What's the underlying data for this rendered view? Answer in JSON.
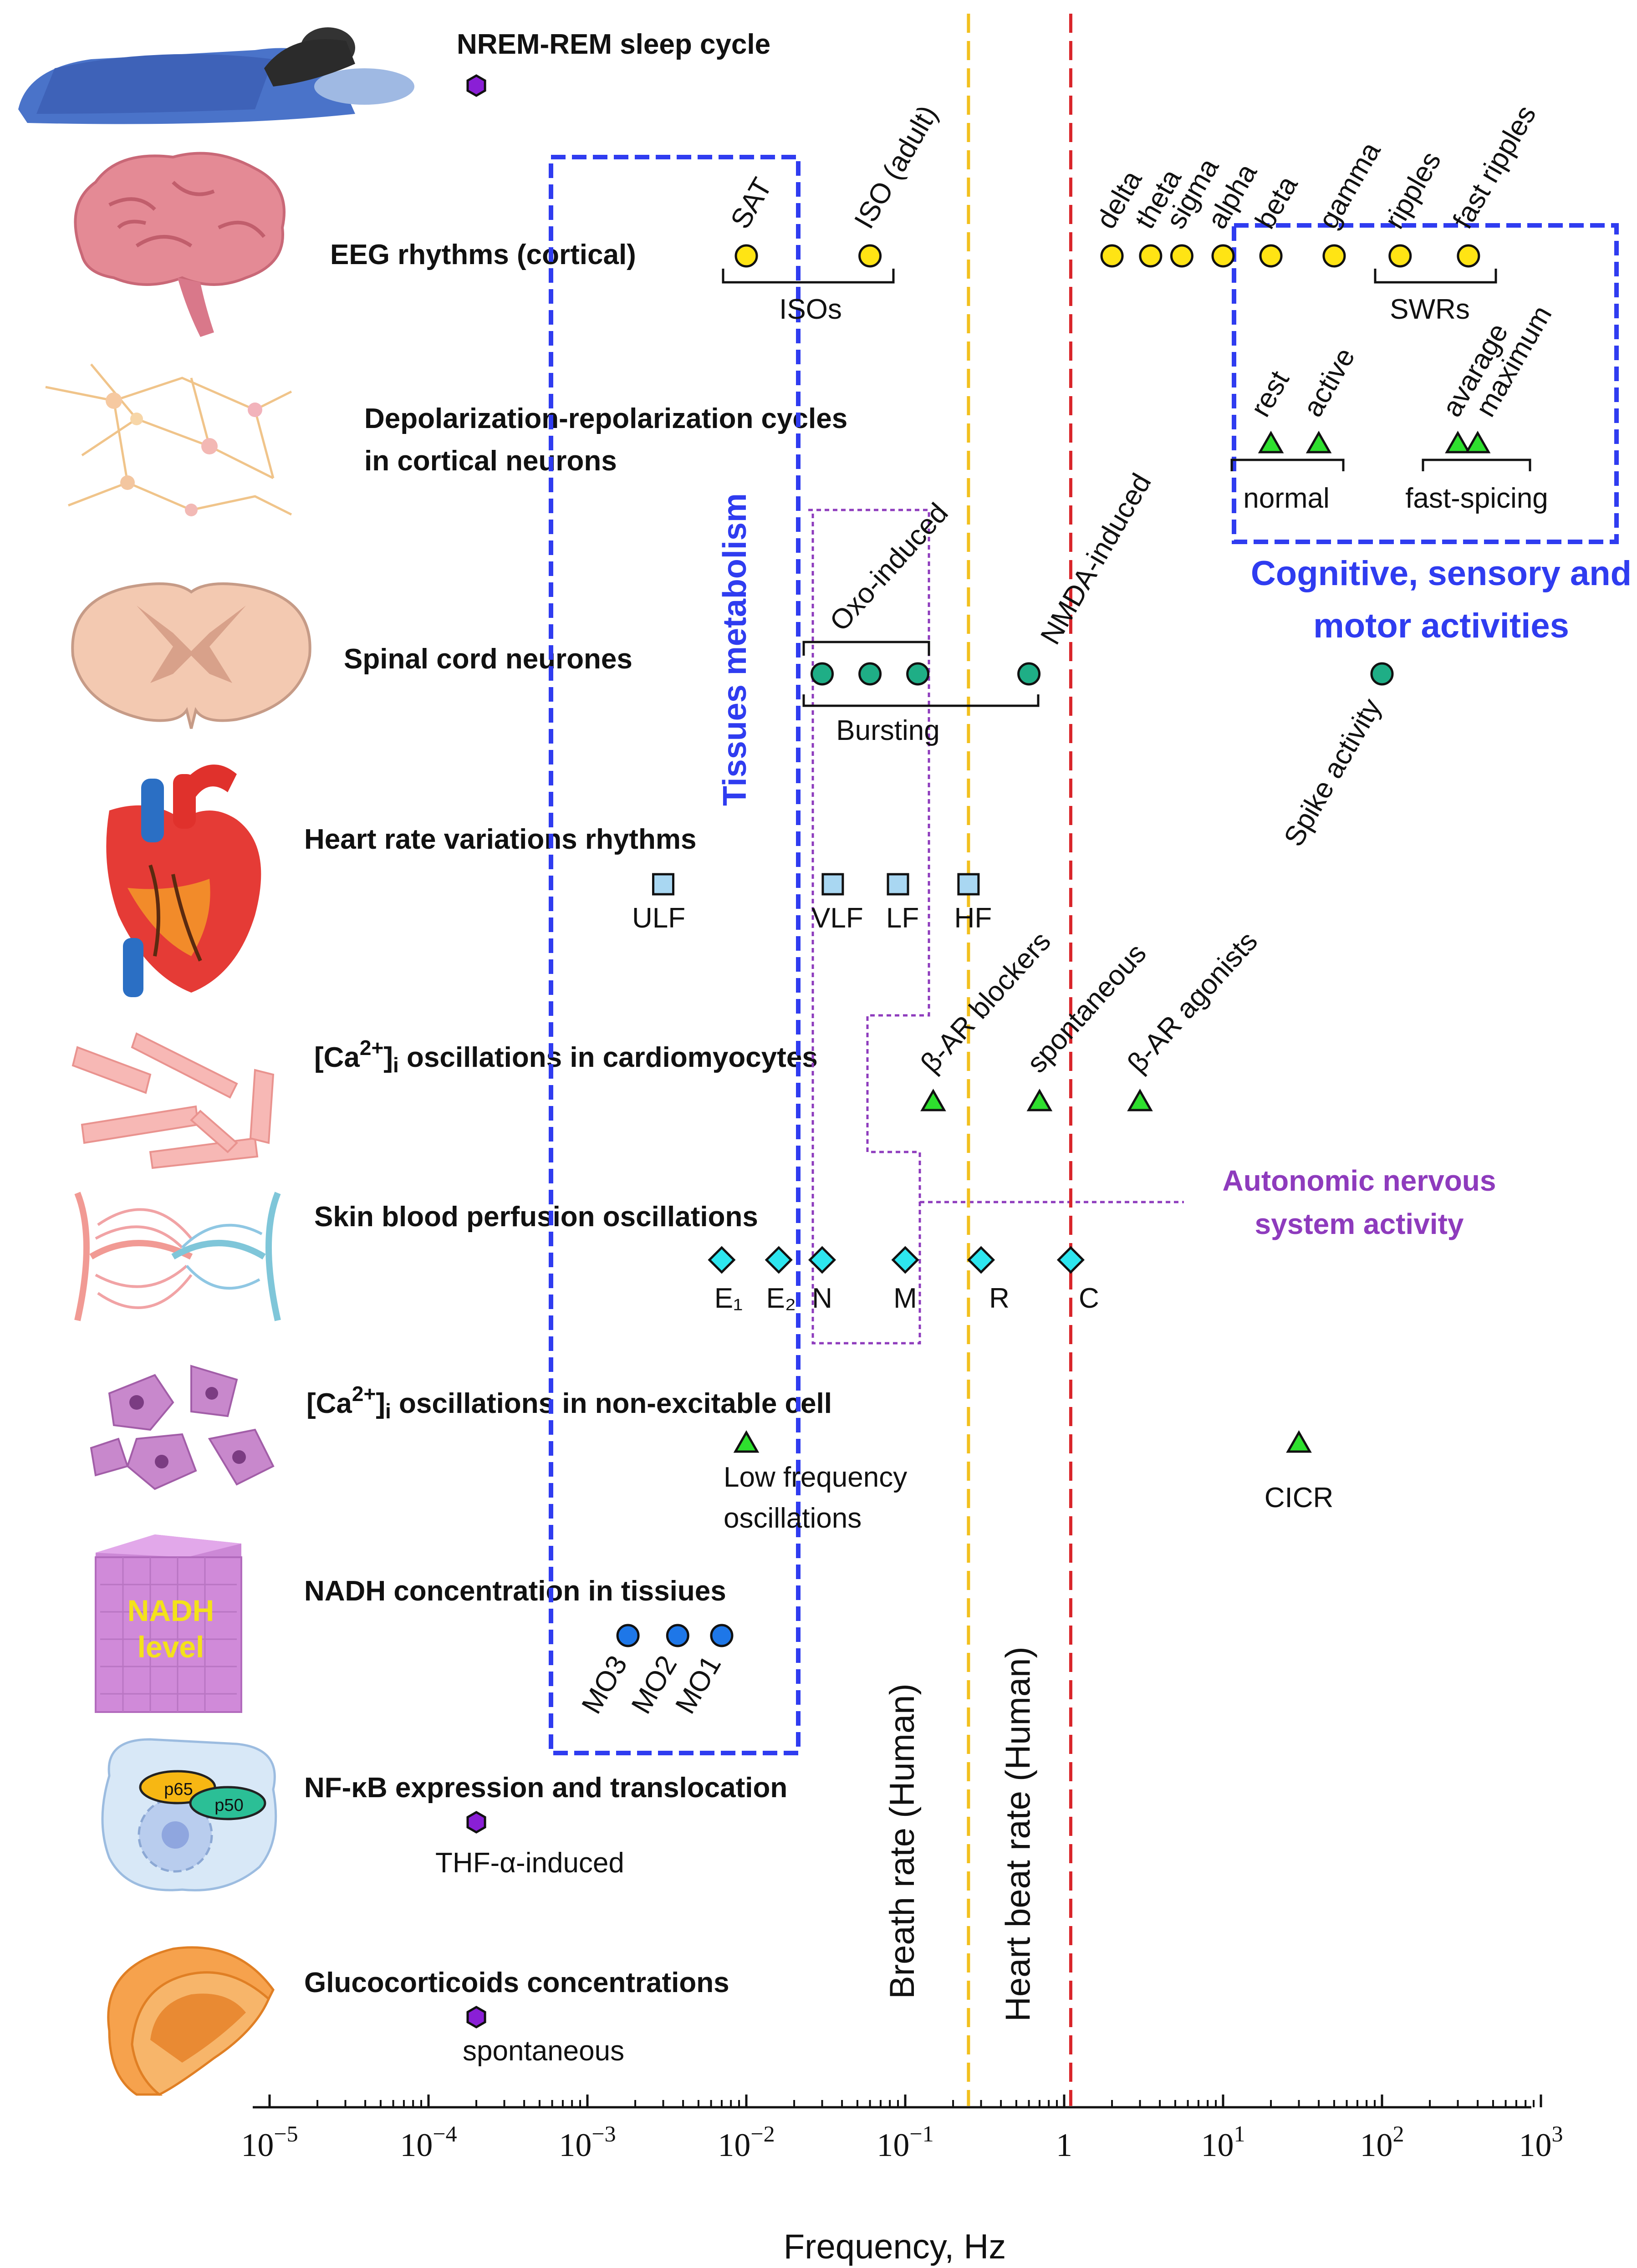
{
  "axis": {
    "xlabel": "Frequency, Hz",
    "scale": "log",
    "xlim_exp": [
      -5,
      3
    ],
    "ticks": [
      {
        "exp": -5,
        "label": "10",
        "sup": "−5"
      },
      {
        "exp": -4,
        "label": "10",
        "sup": "−4"
      },
      {
        "exp": -3,
        "label": "10",
        "sup": "−3"
      },
      {
        "exp": -2,
        "label": "10",
        "sup": "−2"
      },
      {
        "exp": -1,
        "label": "10",
        "sup": "−1"
      },
      {
        "exp": 0,
        "label": "1",
        "sup": ""
      },
      {
        "exp": 1,
        "label": "10",
        "sup": "1"
      },
      {
        "exp": 2,
        "label": "10",
        "sup": "2"
      },
      {
        "exp": 3,
        "label": "10",
        "sup": "3"
      }
    ]
  },
  "reference_lines": [
    {
      "name": "breath-rate-line",
      "label": "Breath rate (Human)",
      "freq": 0.25,
      "color": "#f2c01e"
    },
    {
      "name": "heart-beat-line",
      "label": "Heart beat rate (Human)",
      "freq": 1.1,
      "color": "#d9252a"
    }
  ],
  "rows": [
    {
      "id": "sleep",
      "label": "NREM-REM sleep cycle",
      "illustration": "sleeping-person-icon"
    },
    {
      "id": "eeg",
      "label": "EEG rhythms (cortical)",
      "illustration": "brain-icon"
    },
    {
      "id": "depol",
      "label": "Depolarization-repolarization cycles",
      "label2": "in cortical neurons",
      "illustration": "neuron-network-icon"
    },
    {
      "id": "spinal",
      "label": "Spinal cord neurones",
      "illustration": "spinal-cord-icon"
    },
    {
      "id": "heart",
      "label": "Heart rate variations rhythms",
      "illustration": "heart-icon"
    },
    {
      "id": "cardio",
      "label_pre": "[Ca",
      "label_sup": "2+",
      "label_sub": "i",
      "label_post": " oscillations in cardiomyocytes",
      "illustration": "cardiomyocytes-icon"
    },
    {
      "id": "skin",
      "label": "Skin blood perfusion oscillations",
      "illustration": "blood-vessels-icon"
    },
    {
      "id": "nonexc",
      "label_pre": "[Ca",
      "label_sup": "2+",
      "label_sub": "i",
      "label_post": " oscillations in non-excitable cell",
      "illustration": "cells-icon"
    },
    {
      "id": "nadh",
      "label": "NADH concentration in tissiues",
      "illustration": "tissue-cube-icon",
      "cube_text1": "NADH",
      "cube_text2": "level"
    },
    {
      "id": "nfkb",
      "label": "NF-κB expression and translocation",
      "illustration": "cell-nucleus-icon",
      "p65": "p65",
      "p50": "p50"
    },
    {
      "id": "gluco",
      "label": "Glucocorticoids concentrations",
      "illustration": "adrenal-gland-icon"
    }
  ],
  "chart_data": {
    "type": "scatter",
    "x_scale": "log",
    "xlabel": "Frequency, Hz",
    "xlim": [
      1e-05,
      1000
    ],
    "series": [
      {
        "name": "NREM-REM sleep cycle",
        "marker": "hexagon",
        "color": "#8a1fd6",
        "points": [
          {
            "x": 0.0002,
            "label": ""
          }
        ]
      },
      {
        "name": "EEG rhythms (cortical)",
        "marker": "circle",
        "color": "#ffe414",
        "points": [
          {
            "x": 0.01,
            "label": "SAT"
          },
          {
            "x": 0.06,
            "label": "ISO (adult)"
          },
          {
            "x": 2,
            "label": "delta"
          },
          {
            "x": 3.5,
            "label": "theta"
          },
          {
            "x": 5.5,
            "label": "sigma"
          },
          {
            "x": 10,
            "label": "alpha"
          },
          {
            "x": 20,
            "label": "beta"
          },
          {
            "x": 50,
            "label": "gamma"
          },
          {
            "x": 130,
            "label": "ripples"
          },
          {
            "x": 350,
            "label": "fast ripples"
          }
        ]
      },
      {
        "name": "Depolarization-repolarization cycles in cortical neurons",
        "marker": "triangle",
        "color": "#2ee02e",
        "points": [
          {
            "x": 20,
            "label": "rest"
          },
          {
            "x": 40,
            "label": "active"
          },
          {
            "x": 300,
            "label": "avarage"
          },
          {
            "x": 400,
            "label": "maximum"
          }
        ]
      },
      {
        "name": "Spinal cord neurones",
        "marker": "circle",
        "color": "#1fae86",
        "points": [
          {
            "x": 0.03,
            "label": ""
          },
          {
            "x": 0.06,
            "label": ""
          },
          {
            "x": 0.12,
            "label": ""
          },
          {
            "x": 0.6,
            "label": "NMDA-induced"
          },
          {
            "x": 100,
            "label": "Spike activity"
          }
        ]
      },
      {
        "name": "Heart rate variations rhythms",
        "marker": "square",
        "color": "#a9d7f2",
        "points": [
          {
            "x": 0.003,
            "label": "ULF"
          },
          {
            "x": 0.035,
            "label": "VLF"
          },
          {
            "x": 0.09,
            "label": "LF"
          },
          {
            "x": 0.25,
            "label": "HF"
          }
        ]
      },
      {
        "name": "[Ca2+]i oscillations in cardiomyocytes",
        "marker": "triangle",
        "color": "#2ee02e",
        "points": [
          {
            "x": 0.15,
            "label": "β-AR blockers"
          },
          {
            "x": 0.7,
            "label": "spontaneous"
          },
          {
            "x": 3,
            "label": "β-AR agonists"
          }
        ]
      },
      {
        "name": "Skin blood perfusion oscillations",
        "marker": "diamond",
        "color": "#2de6ef",
        "points": [
          {
            "x": 0.007,
            "label": "E₁"
          },
          {
            "x": 0.016,
            "label": "E₂"
          },
          {
            "x": 0.03,
            "label": "N"
          },
          {
            "x": 0.1,
            "label": "M"
          },
          {
            "x": 0.3,
            "label": "R"
          },
          {
            "x": 1.1,
            "label": "C"
          }
        ]
      },
      {
        "name": "[Ca2+]i oscillations in non-excitable cell",
        "marker": "triangle",
        "color": "#2ee02e",
        "points": [
          {
            "x": 0.01,
            "label": "Low frequency oscillations"
          },
          {
            "x": 30,
            "label": "CICR"
          }
        ]
      },
      {
        "name": "NADH concentration in tissiues",
        "marker": "circle",
        "color": "#1e77e8",
        "points": [
          {
            "x": 0.0018,
            "label": "MO3"
          },
          {
            "x": 0.0037,
            "label": "MO2"
          },
          {
            "x": 0.007,
            "label": "MO1"
          }
        ]
      },
      {
        "name": "NF-κB expression and translocation",
        "marker": "hexagon",
        "color": "#8a1fd6",
        "points": [
          {
            "x": 0.0002,
            "label": "THF-α-induced"
          }
        ]
      },
      {
        "name": "Glucocorticoids concentrations",
        "marker": "hexagon",
        "color": "#8a1fd6",
        "points": [
          {
            "x": 0.0002,
            "label": "spontaneous"
          }
        ]
      }
    ]
  },
  "brackets": [
    {
      "name": "isos-bracket",
      "label": "ISOs"
    },
    {
      "name": "swrs-bracket",
      "label": "SWRs"
    },
    {
      "name": "normal-bracket",
      "label": "normal"
    },
    {
      "name": "fast-spicing-bracket",
      "label": "fast-spicing"
    },
    {
      "name": "oxo-bracket",
      "label": "Oxo-induced"
    },
    {
      "name": "bursting-bracket",
      "label": "Bursting"
    }
  ],
  "regions": {
    "tissues_metabolism": {
      "label": "Tissues metabolism",
      "color": "#2f3cf0"
    },
    "cognitive": {
      "label1": "Cognitive, sensory and",
      "label2": "motor activities",
      "color": "#2f3cf0"
    },
    "autonomic": {
      "label1": "Autonomic nervous",
      "label2": "system activity",
      "color": "#8e3bbd"
    }
  }
}
